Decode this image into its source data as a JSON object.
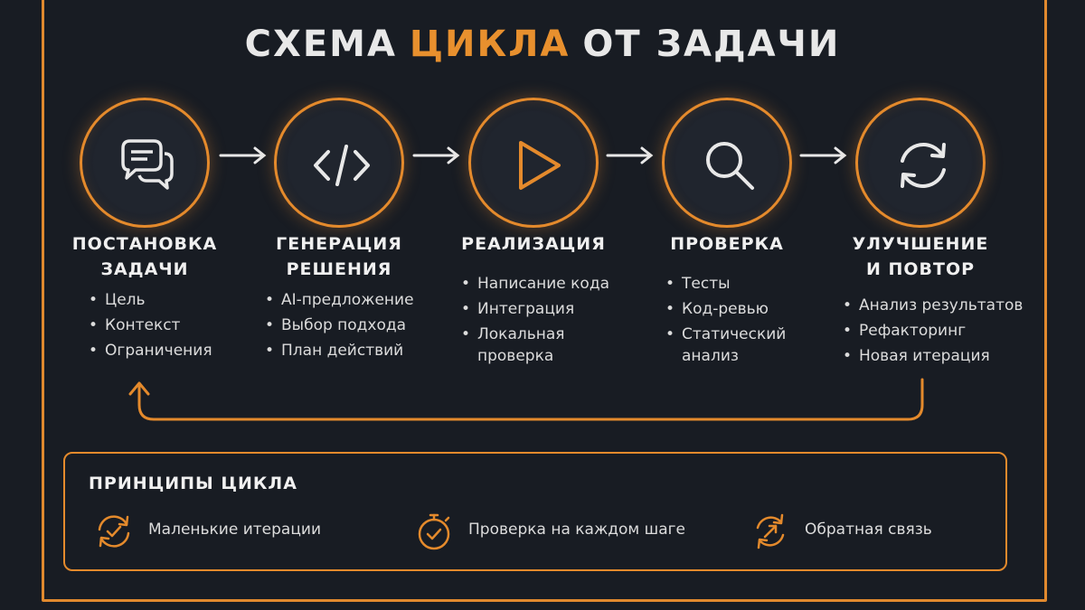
{
  "title": {
    "part1": "СХЕМА",
    "accent": "ЦИКЛА",
    "part2": "ОТ ЗАДАЧИ"
  },
  "steps": [
    {
      "title_line1": "ПОСТАНОВКА",
      "title_line2": "ЗАДАЧИ",
      "icon": "chat-bubbles-icon",
      "bullets": [
        "Цель",
        "Контекст",
        "Ограничения"
      ]
    },
    {
      "title_line1": "ГЕНЕРАЦИЯ",
      "title_line2": "РЕШЕНИЯ",
      "icon": "code-icon",
      "bullets": [
        "AI-предложение",
        "Выбор подхода",
        "План действий"
      ]
    },
    {
      "title_line1": "РЕАЛИЗАЦИЯ",
      "title_line2": "",
      "icon": "play-icon",
      "bullets": [
        "Написание кода",
        "Интеграция",
        "Локальная проверка"
      ]
    },
    {
      "title_line1": "ПРОВЕРКА",
      "title_line2": "",
      "icon": "search-icon",
      "bullets": [
        "Тесты",
        "Код-ревью",
        "Статический анализ"
      ]
    },
    {
      "title_line1": "УЛУЧШЕНИЕ",
      "title_line2": "И ПОВТОР",
      "icon": "cycle-arrows-icon",
      "bullets": [
        "Анализ результатов",
        "Рефакторинг",
        "Новая итерация"
      ]
    }
  ],
  "principles": {
    "title": "ПРИНЦИПЫ ЦИКЛА",
    "items": [
      {
        "label": "Маленькие итерации",
        "icon": "cycle-check-icon"
      },
      {
        "label": "Проверка на каждом шаге",
        "icon": "stopwatch-check-icon"
      },
      {
        "label": "Обратная связь",
        "icon": "feedback-arrows-icon"
      }
    ]
  },
  "colors": {
    "accent": "#e48a2c",
    "background": "#181c23",
    "text": "#e6e6e6"
  }
}
